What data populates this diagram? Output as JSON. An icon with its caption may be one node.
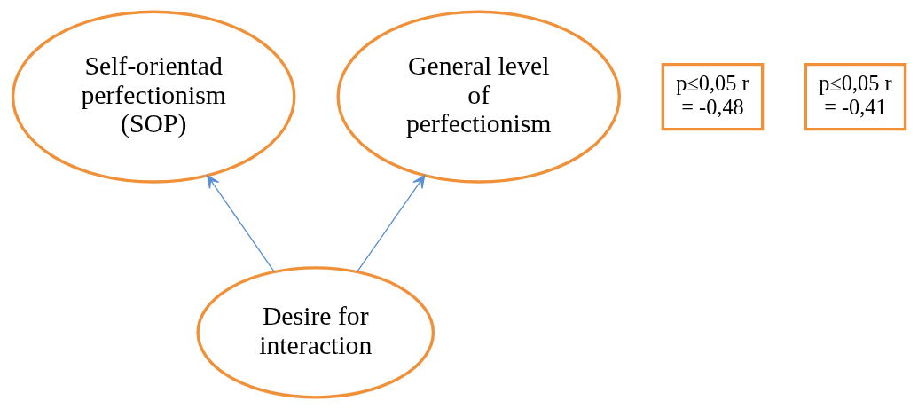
{
  "diagram": {
    "nodes": [
      {
        "text": [
          "Self-orientad perfectionism (SOP)"
        ]
      },
      {
        "text": [
          "p≤0,05 r = -0,48"
        ]
      },
      {
        "text": [
          "p≤0,05 r = -0,41"
        ]
      },
      {
        "text": [
          "General level of perfectionism"
        ]
      },
      {
        "text": [
          "Desire for interaction"
        ]
      }
    ],
    "edges": [
      {
        "from": 4,
        "to": 0,
        "arrow": "to",
        "color": "#5b8fd6"
      },
      {
        "from": 4,
        "to": 3,
        "arrow": "to",
        "color": "#5b8fd6"
      }
    ]
  }
}
